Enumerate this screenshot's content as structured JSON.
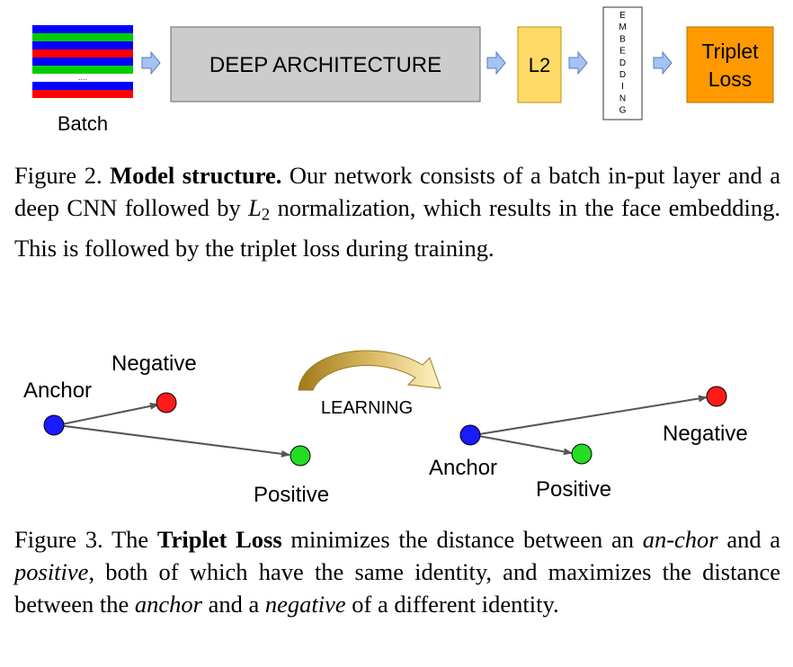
{
  "figure2": {
    "batch_label": "Batch",
    "batch_dots": "....",
    "deep_architecture_label": "DEEP ARCHITECTURE",
    "l2_label": "L2",
    "embedding_letters": [
      "E",
      "M",
      "B",
      "E",
      "D",
      "D",
      "I",
      "N",
      "G"
    ],
    "triplet_loss_line1": "Triplet",
    "triplet_loss_line2": "Loss",
    "colors": {
      "stripe_blue": "#0000ff",
      "stripe_green": "#00cc00",
      "stripe_red": "#ff0000",
      "deep_box_fill": "#cccccc",
      "l2_fill": "#ffd966",
      "triplet_fill": "#ff9900",
      "arrow_fill": "#a4c2f4"
    }
  },
  "caption2": {
    "label": "Figure 2.",
    "title": "Model structure.",
    "text_before_math": "Our network consists of a batch in-put layer and a deep CNN followed by",
    "math_symbol": "L",
    "math_subscript": "2",
    "text_after_math": "normalization, which results in the face embedding. This is followed by the triplet loss during training."
  },
  "figure3": {
    "learning_label": "LEARNING",
    "before": {
      "anchor_label": "Anchor",
      "negative_label": "Negative",
      "positive_label": "Positive"
    },
    "after": {
      "anchor_label": "Anchor",
      "negative_label": "Negative",
      "positive_label": "Positive"
    },
    "colors": {
      "anchor": "#1a1aff",
      "negative": "#ff1a1a",
      "positive": "#22dd22",
      "arrow_gradient_start": "#b8860b",
      "arrow_gradient_end": "#fff2b0"
    }
  },
  "caption3": {
    "label": "Figure 3. The",
    "title": "Triplet Loss",
    "t1": "minimizes the distance between an",
    "i1": "an-chor",
    "t2": "and a",
    "i2": "positive",
    "t3": ", both of which have the same identity, and maximizes the distance between the",
    "i3": "anchor",
    "t4": "and a",
    "i4": "negative",
    "t5": "of a different identity."
  }
}
